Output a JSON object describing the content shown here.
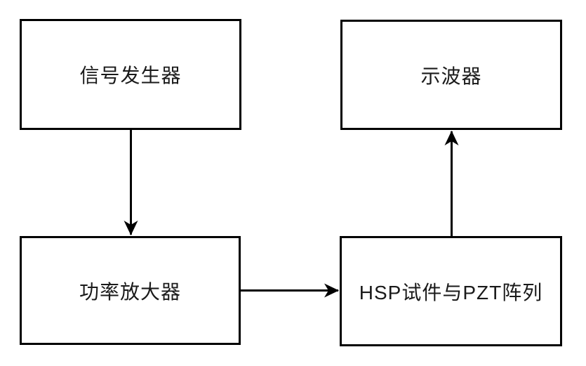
{
  "diagram": {
    "background_color": "#ffffff",
    "stroke_color": "#000000",
    "text_color": "#1a1a1a",
    "nodes": [
      {
        "id": "signal-generator",
        "label": "信号发生器"
      },
      {
        "id": "oscilloscope",
        "label": "示波器"
      },
      {
        "id": "power-amplifier",
        "label": "功率放大器"
      },
      {
        "id": "hsp-pzt-array",
        "label": "HSP试件与PZT阵列"
      }
    ],
    "edges": [
      {
        "from": "signal-generator",
        "to": "power-amplifier",
        "direction": "down"
      },
      {
        "from": "power-amplifier",
        "to": "hsp-pzt-array",
        "direction": "right"
      },
      {
        "from": "hsp-pzt-array",
        "to": "oscilloscope",
        "direction": "up"
      }
    ]
  }
}
